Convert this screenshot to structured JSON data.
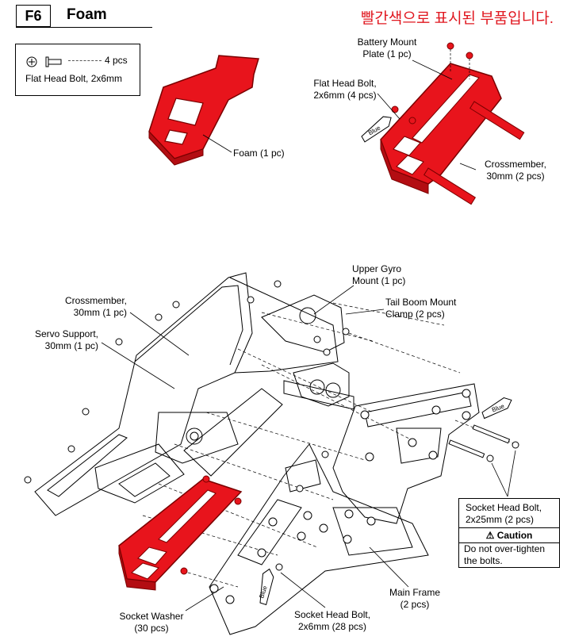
{
  "header": {
    "step_id": "F6",
    "title": "Foam",
    "note_korean": "빨간색으로 표시된 부품입니다."
  },
  "hardware_box": {
    "quantity": "4 pcs",
    "name": "Flat Head Bolt, 2x6mm"
  },
  "callouts": {
    "foam": "Foam (1 pc)",
    "battery_mount_line1": "Battery Mount",
    "battery_mount_line2": "Plate (1 pc)",
    "flat_head_line1": "Flat Head Bolt,",
    "flat_head_line2": "2x6mm (4 pcs)",
    "crossmember_top_line1": "Crossmember,",
    "crossmember_top_line2": "30mm (2 pcs)",
    "upper_gyro_line1": "Upper Gyro",
    "upper_gyro_line2": "Mount (1 pc)",
    "tail_boom_line1": "Tail Boom Mount",
    "tail_boom_line2": "Clamp (2 pcs)",
    "crossmember_main_line1": "Crossmember,",
    "crossmember_main_line2": "30mm (1 pc)",
    "servo_support_line1": "Servo Support,",
    "servo_support_line2": "30mm (1 pc)",
    "main_frame_line1": "Main Frame",
    "main_frame_line2": "(2 pcs)",
    "socket_washer_line1": "Socket Washer",
    "socket_washer_line2": "(30 pcs)",
    "socket_head_small_line1": "Socket Head Bolt,",
    "socket_head_small_line2": "2x6mm (28 pcs)"
  },
  "caution_box": {
    "bolt_line1": "Socket Head Bolt,",
    "bolt_line2": "2x25mm (2 pcs)",
    "caution_icon": "warning-triangle-icon",
    "caution_title": "Caution",
    "caution_line1": "Do not over-tighten",
    "caution_line2": "the bolts."
  },
  "thread_lock_tags": [
    "Blue",
    "Blue",
    "Blue"
  ],
  "colors": {
    "highlight_red": "#e8141c",
    "korean_text": "#e0171f"
  }
}
